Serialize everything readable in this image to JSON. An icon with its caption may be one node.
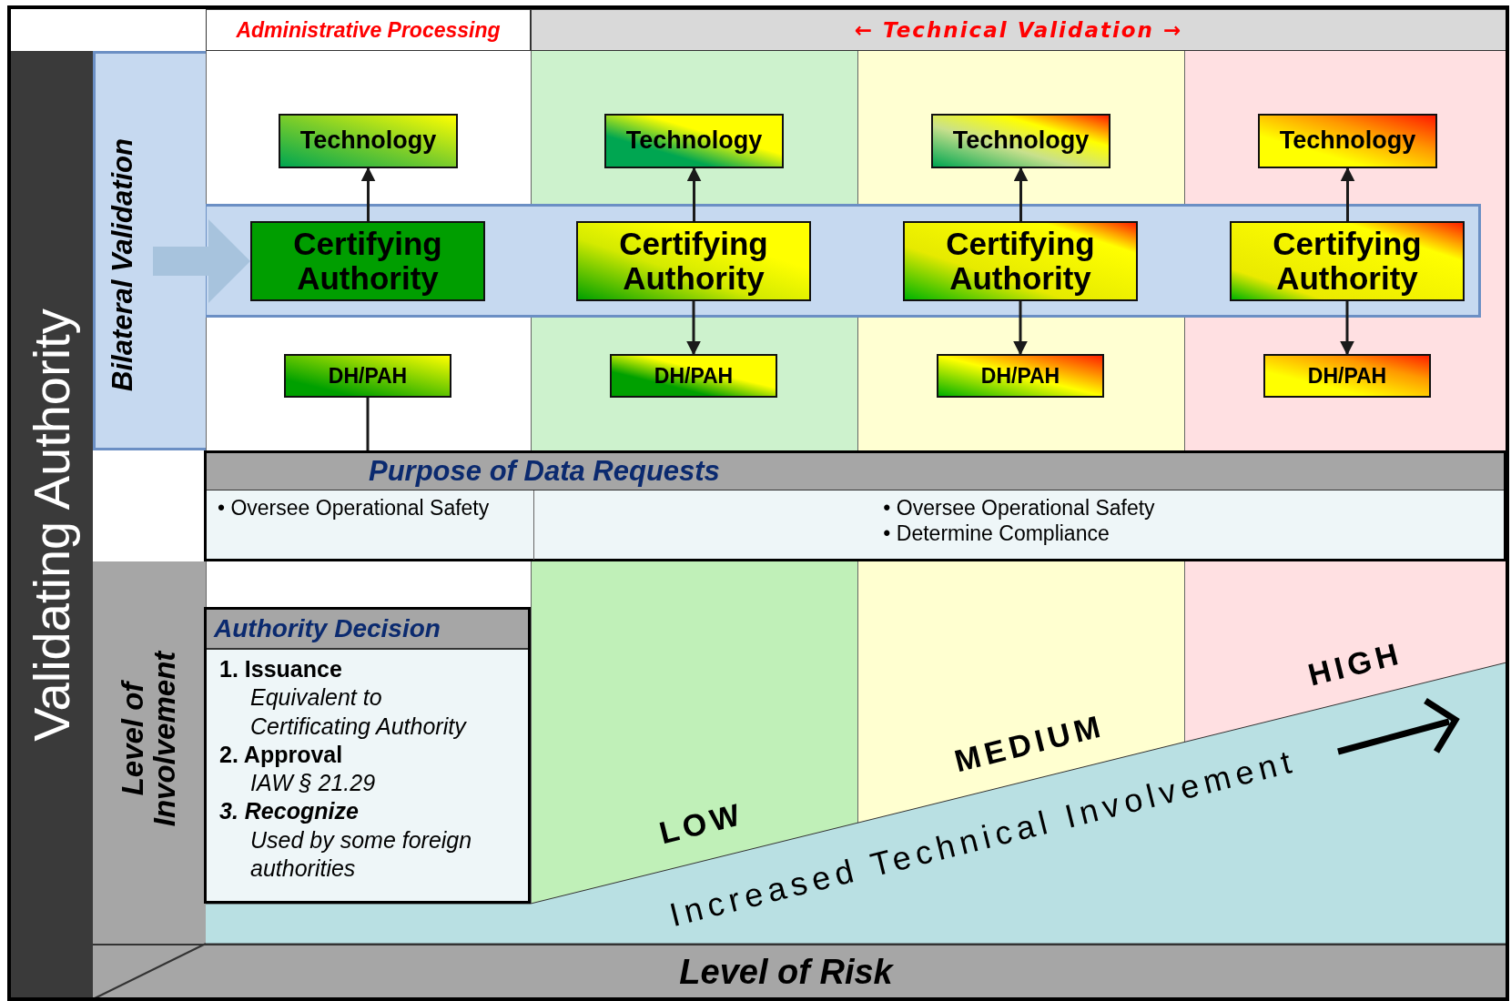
{
  "diagram": {
    "nodes": [
      {
        "text": [
          "Administrative Processing"
        ]
      },
      {
        "text": [
          "← Technical Validation →"
        ]
      },
      {
        "text": [
          "Validating Authority"
        ]
      },
      {
        "text": [
          "Bilateral Validation"
        ]
      },
      {
        "text": [
          "Technology"
        ]
      },
      {
        "text": [
          "Technology"
        ]
      },
      {
        "text": [
          "Technology"
        ]
      },
      {
        "text": [
          "Technology"
        ]
      },
      {
        "text": [
          "Certifying Authority"
        ]
      },
      {
        "text": [
          "Certifying Authority"
        ]
      },
      {
        "text": [
          "Certifying Authority"
        ]
      },
      {
        "text": [
          "Certifying Authority"
        ]
      },
      {
        "text": [
          "DH/PAH"
        ]
      },
      {
        "text": [
          "DH/PAH"
        ]
      },
      {
        "text": [
          "DH/PAH"
        ]
      },
      {
        "text": [
          "DH/PAH"
        ]
      },
      {
        "text": [
          "Purpose of Data Requests",
          "• Oversee Operational Safety",
          "• Oversee Operational Safety",
          "• Determine Compliance"
        ]
      },
      {
        "text": [
          "Level of Involvement"
        ]
      },
      {
        "text": [
          "Authority Decision",
          "1. Issuance",
          "Equivalent to Certificating Authority",
          "2. Approval",
          "IAW § 21.29",
          "3. Recognize",
          "Used by some foreign authorities"
        ]
      },
      {
        "text": [
          "Level of Risk"
        ]
      }
    ],
    "edges": [
      {
        "from": 3,
        "to": 8,
        "arrow": "to",
        "style": "thick",
        "color": "#a7c3dd"
      },
      {
        "from": 8,
        "to": 4,
        "arrow": "to"
      },
      {
        "from": 9,
        "to": 5,
        "arrow": "to"
      },
      {
        "from": 10,
        "to": 6,
        "arrow": "to"
      },
      {
        "from": 11,
        "to": 7,
        "arrow": "to"
      },
      {
        "from": 9,
        "to": 13,
        "arrow": "to"
      },
      {
        "from": 10,
        "to": 14,
        "arrow": "to"
      },
      {
        "from": 11,
        "to": 15,
        "arrow": "to"
      },
      {
        "from": 12,
        "to": 16,
        "arrow": "none"
      }
    ],
    "labels": [
      "LOW",
      "MEDIUM",
      "HIGH",
      "Increased Technical Involvement"
    ]
  }
}
